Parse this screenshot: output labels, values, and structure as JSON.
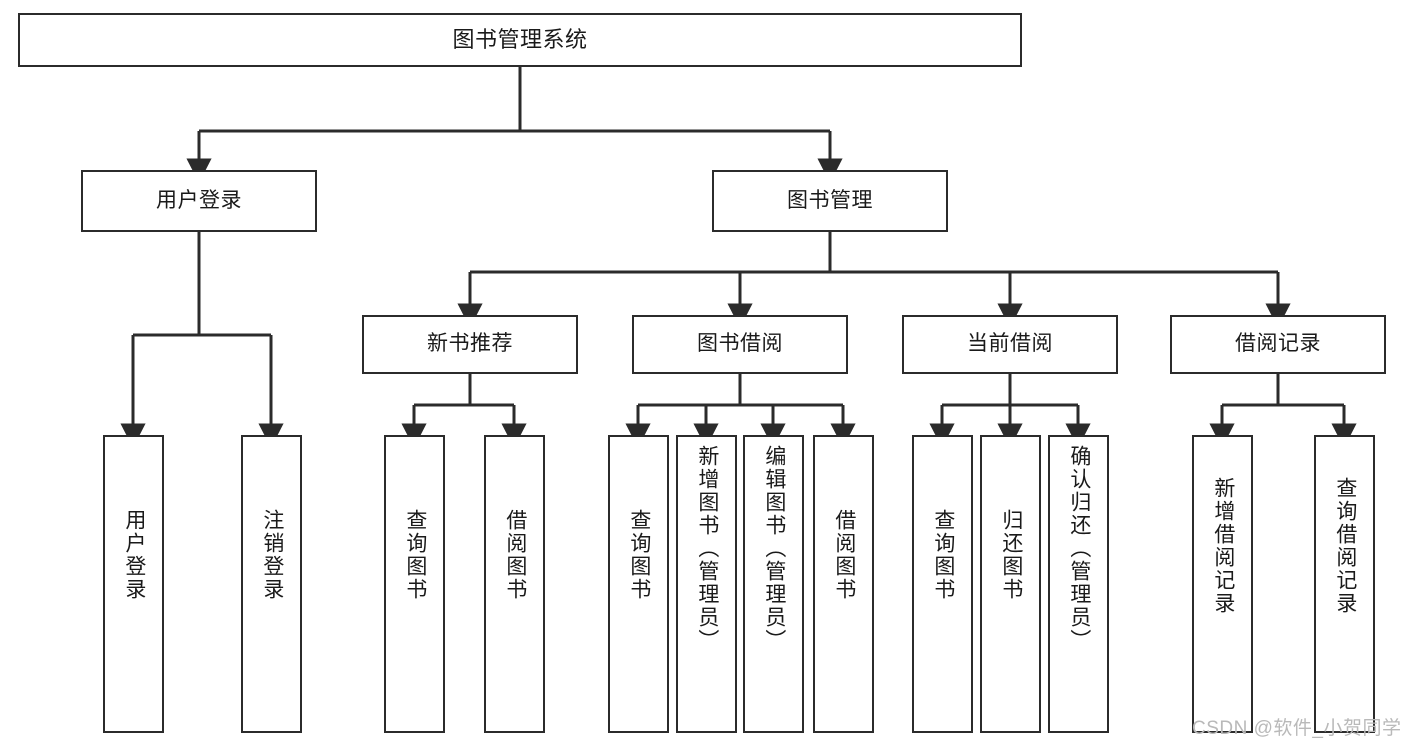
{
  "diagram": {
    "title": "图书管理系统",
    "type": "tree-hierarchy-chart",
    "root": {
      "id": "root",
      "label": "图书管理系统"
    },
    "level2": [
      {
        "id": "user-login",
        "label": "用户登录"
      },
      {
        "id": "book-manage",
        "label": "图书管理"
      }
    ],
    "level3": [
      {
        "id": "new-book-recommend",
        "label": "新书推荐",
        "parent": "book-manage"
      },
      {
        "id": "book-borrow",
        "label": "图书借阅",
        "parent": "book-manage"
      },
      {
        "id": "current-borrow",
        "label": "当前借阅",
        "parent": "book-manage"
      },
      {
        "id": "borrow-record",
        "label": "借阅记录",
        "parent": "book-manage"
      }
    ],
    "leaves": [
      {
        "id": "leaf-user-login",
        "label": "用户登录",
        "parent": "user-login"
      },
      {
        "id": "leaf-user-logout",
        "label": "注销登录",
        "parent": "user-login"
      },
      {
        "id": "leaf-query-book-1",
        "label": "查询图书",
        "parent": "new-book-recommend"
      },
      {
        "id": "leaf-borrow-book-1",
        "label": "借阅图书",
        "parent": "new-book-recommend"
      },
      {
        "id": "leaf-query-book-2",
        "label": "查询图书",
        "parent": "book-borrow"
      },
      {
        "id": "leaf-add-book",
        "label": "新增图书（管理员）",
        "parent": "book-borrow"
      },
      {
        "id": "leaf-edit-book",
        "label": "编辑图书（管理员）",
        "parent": "book-borrow"
      },
      {
        "id": "leaf-borrow-book-2",
        "label": "借阅图书",
        "parent": "book-borrow"
      },
      {
        "id": "leaf-query-book-3",
        "label": "查询图书",
        "parent": "current-borrow"
      },
      {
        "id": "leaf-return-book",
        "label": "归还图书",
        "parent": "current-borrow"
      },
      {
        "id": "leaf-confirm-return",
        "label": "确认归还（管理员）",
        "parent": "current-borrow"
      },
      {
        "id": "leaf-add-record",
        "label": "新增借阅记录",
        "parent": "borrow-record"
      },
      {
        "id": "leaf-query-record",
        "label": "查询借阅记录",
        "parent": "borrow-record"
      }
    ],
    "watermark": "CSDN @软件_小贺同学",
    "colors": {
      "stroke": "#2b2b2b",
      "fill": "#ffffff",
      "text": "#1a1a1a",
      "watermark": "#b9b9b9"
    }
  }
}
